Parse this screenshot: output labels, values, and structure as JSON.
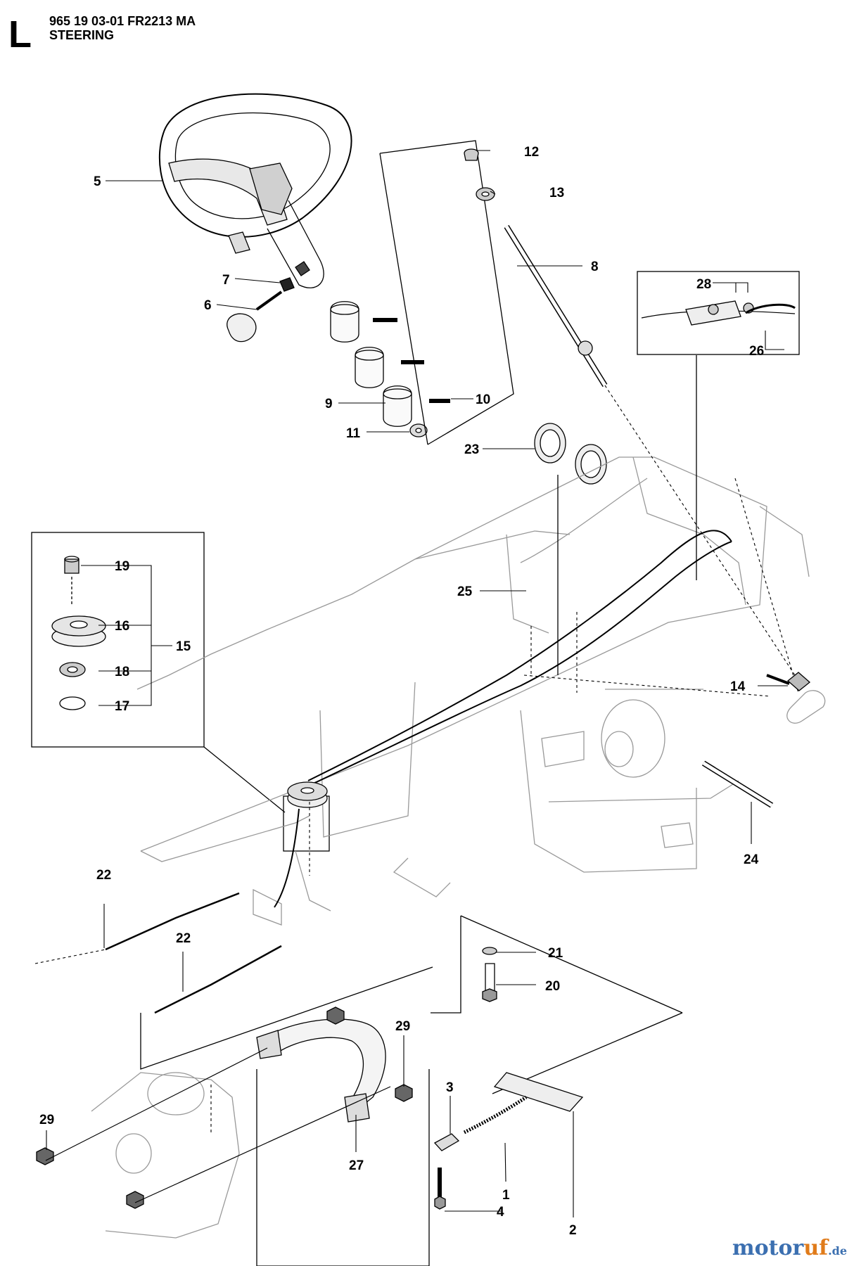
{
  "header": {
    "section_letter": "L",
    "part_code": "965 19 03-01 FR2213 MA",
    "title": "STEERING"
  },
  "watermark": {
    "part1": "motor",
    "part2": "uf",
    "part3": ".de",
    "color_blue": "#3b6fb0",
    "color_orange": "#e07b1a"
  },
  "callouts": [
    "1",
    "2",
    "3",
    "4",
    "5",
    "6",
    "7",
    "8",
    "9",
    "10",
    "11",
    "12",
    "13",
    "14",
    "15",
    "16",
    "17",
    "18",
    "19",
    "20",
    "21",
    "22",
    "22",
    "23",
    "24",
    "25",
    "26",
    "27",
    "28",
    "29",
    "29"
  ]
}
